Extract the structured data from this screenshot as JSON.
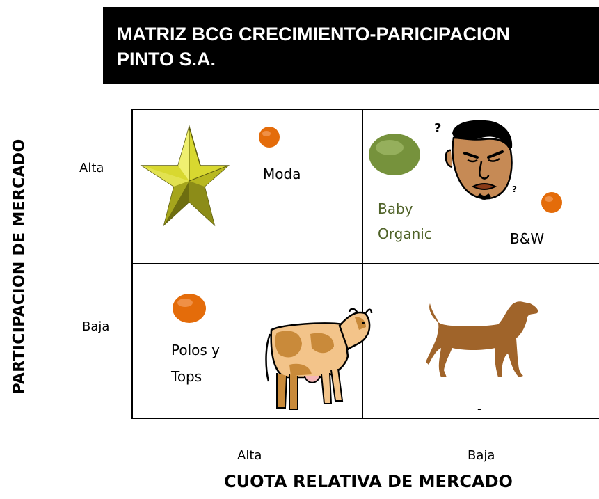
{
  "title": {
    "line1": "MATRIZ BCG CRECIMIENTO-PARICIPACION",
    "line2": "PINTO S.A."
  },
  "axes": {
    "y_title": "PARTICIPACION DE MERCADO",
    "x_title": "CUOTA RELATIVA DE MERCADO",
    "y_high": "Alta",
    "y_low": "Baja",
    "x_high": "Alta",
    "x_low": "Baja"
  },
  "quadrants": {
    "star": {
      "icon": "star-icon",
      "product": "Moda",
      "product_color": "#e46c0a"
    },
    "question": {
      "icon": "question-man-icon",
      "products": [
        "Baby Organic",
        "B&W"
      ],
      "baby_color": "#76923c",
      "bw_color": "#e46c0a"
    },
    "cow": {
      "icon": "cow-icon",
      "product_line1": "Polos y",
      "product_line2": "Tops",
      "product_color": "#e46c0a"
    },
    "dog": {
      "icon": "dog-icon",
      "product": "-"
    }
  },
  "labels": {
    "baby_line1": "Baby",
    "baby_line2": "Organic",
    "bw": "B&W"
  }
}
